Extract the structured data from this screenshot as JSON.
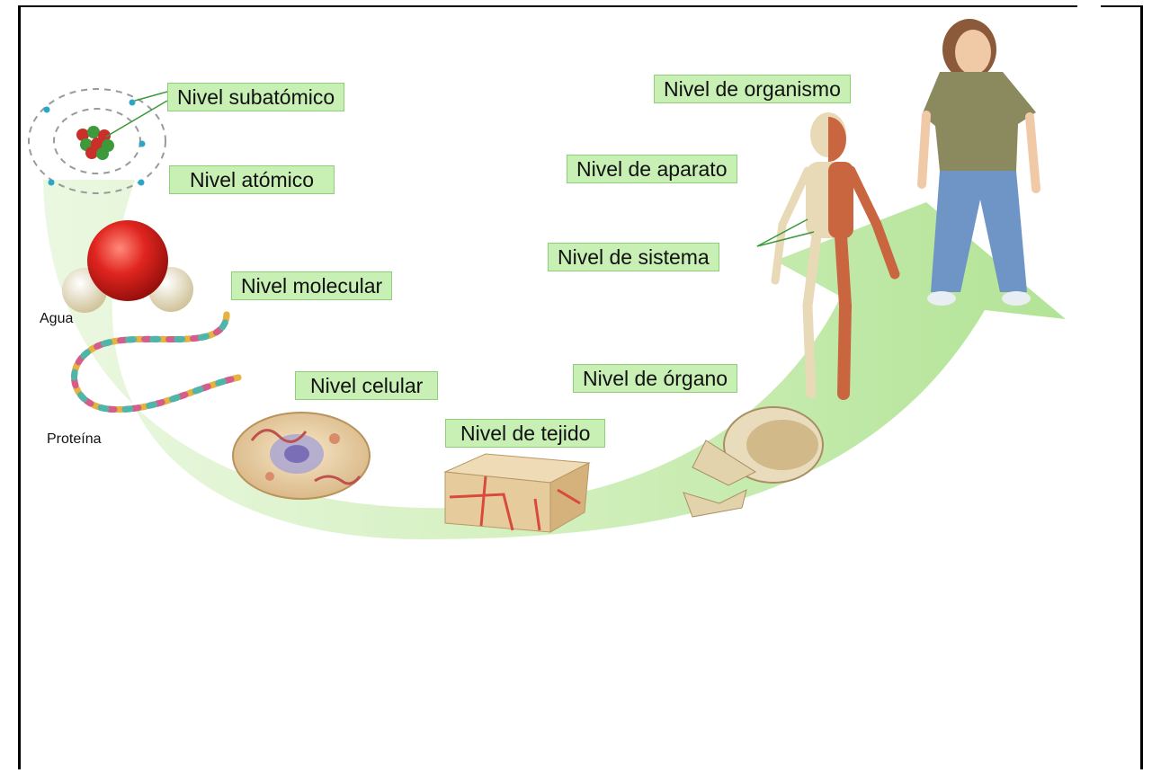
{
  "levels": {
    "subatomic": "Nivel subatómico",
    "atomic": "Nivel atómico",
    "molecular": "Nivel molecular",
    "cellular": "Nivel celular",
    "tissue": "Nivel de tejido",
    "organ": "Nivel de órgano",
    "system": "Nivel de sistema",
    "apparatus": "Nivel de aparato",
    "organism": "Nivel de organismo"
  },
  "molecules": {
    "water": "Agua",
    "protein": "Proteína"
  },
  "colors": {
    "label_fill": "#c8f0b4",
    "arrow_fill": "#bfe8a6",
    "water_oxygen": "#d9201e",
    "water_hydrogen": "#efe6c4"
  }
}
